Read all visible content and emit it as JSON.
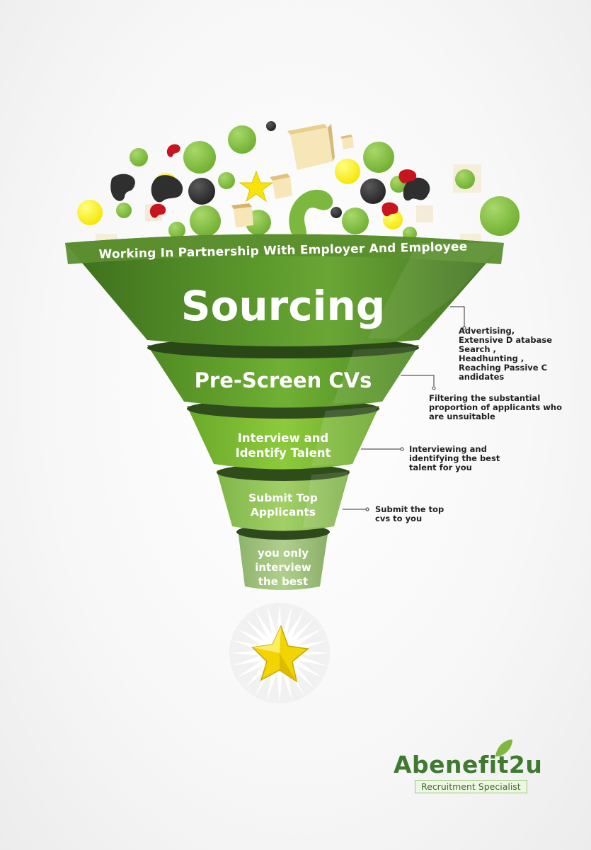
{
  "funnel": {
    "tagline": "Working In Partnership With Employer And Employee",
    "stages": [
      {
        "title": "Sourcing"
      },
      {
        "title": "Pre-Screen CVs"
      },
      {
        "title_lines": [
          "Interview and",
          "Identify Talent"
        ]
      },
      {
        "title_lines": [
          "Submit Top",
          "Applicants"
        ]
      },
      {
        "title_lines": [
          "you only",
          "interview",
          "the best"
        ]
      }
    ]
  },
  "annotations": [
    {
      "lines": [
        "Advertising,",
        "Extensive D atabase Search ,",
        "Headhunting ,",
        "Reaching Passive C andidates"
      ]
    },
    {
      "lines": [
        "Filtering the substantial",
        "proportion of applicants who",
        "are unsuitable"
      ]
    },
    {
      "lines": [
        "Interviewing and",
        "identifying the best",
        "talent for you"
      ]
    },
    {
      "lines": [
        "Submit the top",
        "cvs to you"
      ]
    }
  ],
  "logo": {
    "name": "Abenefit2u",
    "tagline": "Recruitment Specialist"
  },
  "colors": {
    "dark_green": "#4a7d25",
    "green": "#66a82e",
    "lime": "#8bc53f",
    "light_green": "#a3c97a",
    "yellow": "#ffee00",
    "black": "#2b2b2b",
    "red": "#c8141e",
    "cream": "#f3e2b5"
  }
}
